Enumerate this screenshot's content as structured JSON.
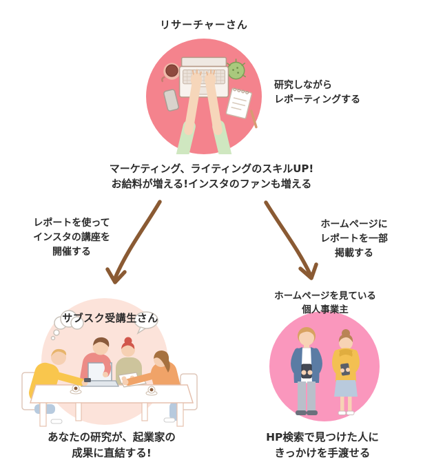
{
  "diagram": {
    "researcher": {
      "title": "リサーチャーさん",
      "note": [
        "研究しながら",
        "レポーティングする"
      ],
      "benefits": [
        "マーケティング、ライティングのスキルUP!",
        "お給料が増える!インスタのファンも増える"
      ]
    },
    "left_branch": {
      "arrow_label": [
        "レポートを使って",
        "インスタの講座を",
        "開催する"
      ],
      "group_title": "サブスク受講生さん",
      "outcome": [
        "あなたの研究が、起業家の",
        "成果に直結する!"
      ]
    },
    "right_branch": {
      "arrow_label": [
        "ホームページに",
        "レポートを一部",
        "掲載する"
      ],
      "group_title": [
        "ホームページを見ている",
        "個人事業主"
      ],
      "outcome": [
        "HP検索で見つけた人に",
        "きっかけを手渡せる"
      ]
    }
  },
  "illustrations": {
    "researcher_desk": "laptop-typing-top-view-illustration",
    "study_group": "four-people-meeting-around-table-illustration",
    "phone_users": "two-people-looking-at-smartphones-illustration"
  },
  "colors": {
    "researcher_circle": "#f4838d",
    "students_circle": "#fce3da",
    "business_circle": "#fa97bd",
    "arrow": "#8a5a33",
    "text": "#2b2b2b"
  }
}
